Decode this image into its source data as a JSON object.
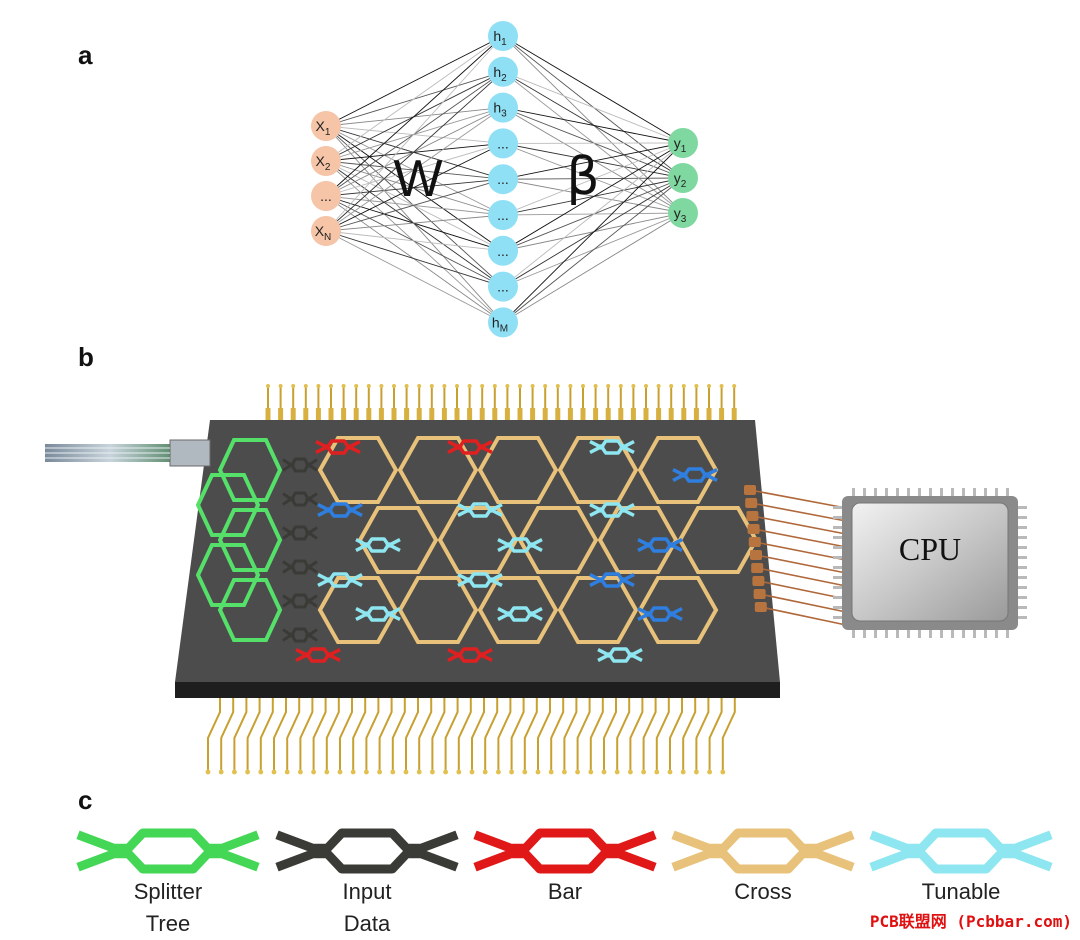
{
  "panels": {
    "a": "a",
    "b": "b",
    "c": "c"
  },
  "network": {
    "inputs": [
      "X1",
      "X2",
      "...",
      "XN"
    ],
    "hidden": [
      "h1",
      "h2",
      "h3",
      "...",
      "...",
      "...",
      "...",
      "...",
      "hM"
    ],
    "outputs": [
      "y1",
      "y2",
      "y3"
    ],
    "weight_in": "W",
    "weight_out": "β",
    "colors": {
      "input": "#f6c4a6",
      "hidden": "#8fe0f5",
      "output": "#7fd8a0"
    }
  },
  "chip": {
    "cpu_label": "CPU",
    "colors": {
      "splitter": "#55e06a",
      "input": "#3a3a36",
      "bar": "#e02020",
      "cross": "#e8c27a",
      "tunable": "#8ee6f0",
      "tunable_dark": "#2f7fe0",
      "board": "#4a4a4a"
    }
  },
  "legend": {
    "items": [
      {
        "label_line1": "Splitter",
        "label_line2": "Tree",
        "color": "#44d655"
      },
      {
        "label_line1": "Input",
        "label_line2": "Data",
        "color": "#3a3a36"
      },
      {
        "label_line1": "Bar",
        "label_line2": "",
        "color": "#e01818"
      },
      {
        "label_line1": "Cross",
        "label_line2": "",
        "color": "#e8c27a"
      },
      {
        "label_line1": "Tunable",
        "label_line2": "",
        "color": "#8ee6f0"
      }
    ]
  },
  "watermark": "PCB联盟网 (Pcbbar.com)"
}
